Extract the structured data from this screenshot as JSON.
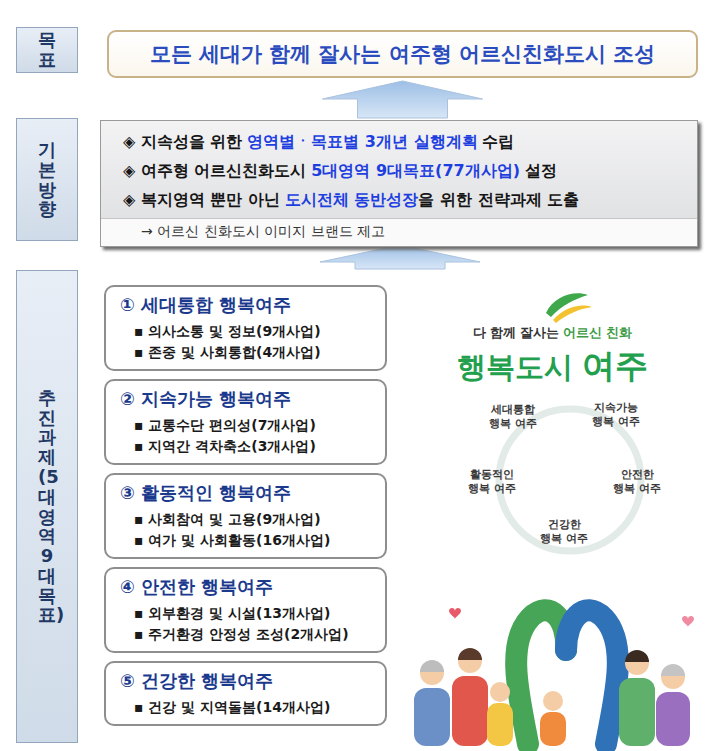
{
  "diagram": {
    "nodes": [
      {
        "text": [
          "목표"
        ]
      },
      {
        "text": [
          "모든 세대가 함께 잘사는 여주형 어르신친화도시 조성"
        ]
      },
      {
        "text": [
          "기본방향"
        ]
      },
      {
        "text": [
          "◈ 지속성을 위한",
          "영역별ㆍ목표별 3개년 실행계획",
          "수립",
          "◈ 여주형 어르신친화도시",
          "5대영역 9대목표(77개사업)",
          "설정",
          "◈ 복지영역 뿐만 아닌",
          "도시전체 동반성장",
          "을 위한 전략과제 도출",
          "→ 어르신 친화도시 이미지 브랜드 제고"
        ]
      },
      {
        "text": [
          "추진과제(5대영역9대목표)"
        ]
      },
      {
        "text": [
          "① 세대통합 행복여주",
          "▪ 의사소통 및 정보(9개사업)",
          "▪ 존중 및 사회통합(4개사업)"
        ]
      },
      {
        "text": [
          "② 지속가능 행복여주",
          "▪ 교통수단 편의성(7개사업)",
          "▪ 지역간 격차축소(3개사업)"
        ]
      },
      {
        "text": [
          "③ 활동적인 행복여주",
          "▪ 사회참여 및 고용(9개사업)",
          "▪ 여가 및 사회활동(16개사업)"
        ]
      },
      {
        "text": [
          "④ 안전한 행복여주",
          "▪ 외부환경 및 시설(13개사업)",
          "▪ 주거환경 안정성 조성(2개사업)"
        ]
      },
      {
        "text": [
          "⑤ 건강한 행복여주",
          "▪ 건강 및 지역돌봄(14개사업)"
        ]
      },
      {
        "text": [
          "세대통합 행복 여주"
        ]
      },
      {
        "text": [
          "지속가능 행복 여주"
        ]
      },
      {
        "text": [
          "활동적인 행복 여주"
        ]
      },
      {
        "text": [
          "안전한 행복 여주"
        ]
      },
      {
        "text": [
          "건강한 행복 여주"
        ]
      }
    ],
    "edges": [
      {
        "from": 3,
        "to": 1,
        "arrow": "to"
      }
    ],
    "labels": [
      "다 함께 잘사는",
      "어르신 친화",
      "행복도시",
      "여주"
    ]
  }
}
